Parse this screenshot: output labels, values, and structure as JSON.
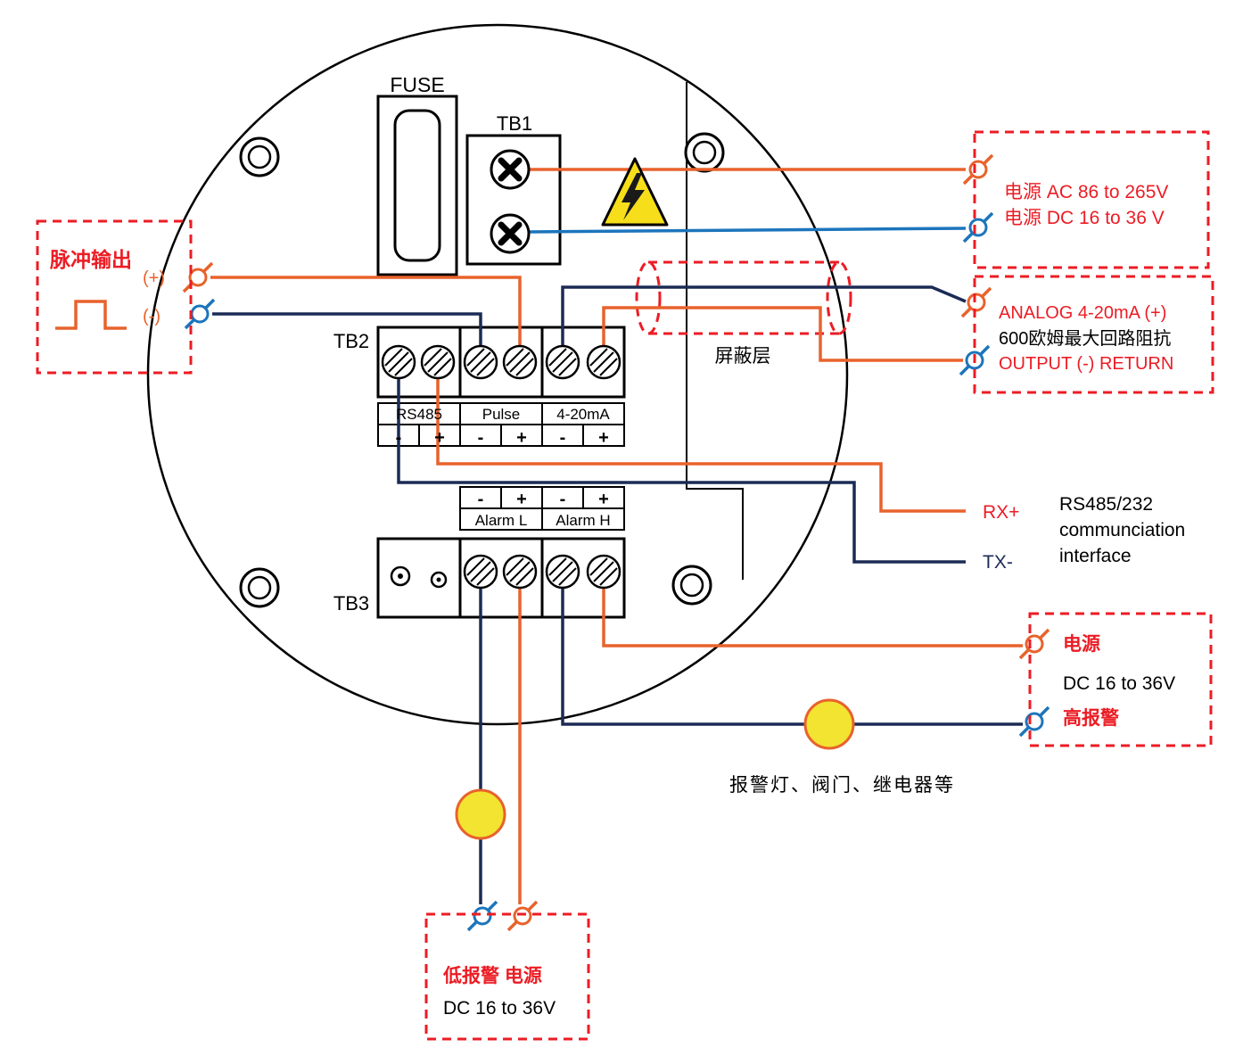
{
  "colors": {
    "orange": "#E8622C",
    "blue": "#1C75BC",
    "navy": "#1B2B55",
    "red": "#EC1C24",
    "yellow": "#F2E430",
    "triangle_yellow": "#F7DE1A"
  },
  "labels": {
    "fuse": "FUSE",
    "tb1": "TB1",
    "tb2": "TB2",
    "tb3": "TB3",
    "shield": "屏蔽层",
    "alarm_devices": "报警灯、阀门、继电器等"
  },
  "tb2_table": {
    "groups": [
      "RS485",
      "Pulse",
      "4-20mA"
    ],
    "polarity": [
      "-",
      "+",
      "-",
      "+",
      "-",
      "+"
    ]
  },
  "alarm_table": {
    "polarity": [
      "-",
      "+",
      "-",
      "+"
    ],
    "groups": [
      "Alarm L",
      "Alarm H"
    ]
  },
  "pulse_box": {
    "title": "脉冲输出",
    "plus": "(+)",
    "minus": "(-)"
  },
  "power_box": {
    "line1": "电源  AC 86 to 265V",
    "line2": "电源  DC 16 to 36 V"
  },
  "analog_box": {
    "line1": "ANALOG 4-20mA (+)",
    "line2": "600欧姆最大回路阻抗",
    "line3": "OUTPUT (-) RETURN"
  },
  "comm": {
    "rx": "RX+",
    "tx": "TX-",
    "line1": "RS485/232",
    "line2": "communciation",
    "line3": "interface"
  },
  "high_alarm_box": {
    "power": "电源",
    "voltage": "DC 16 to 36V",
    "alarm": "高报警"
  },
  "low_alarm_box": {
    "title": "低报警 电源",
    "voltage": "DC 16 to 36V"
  }
}
